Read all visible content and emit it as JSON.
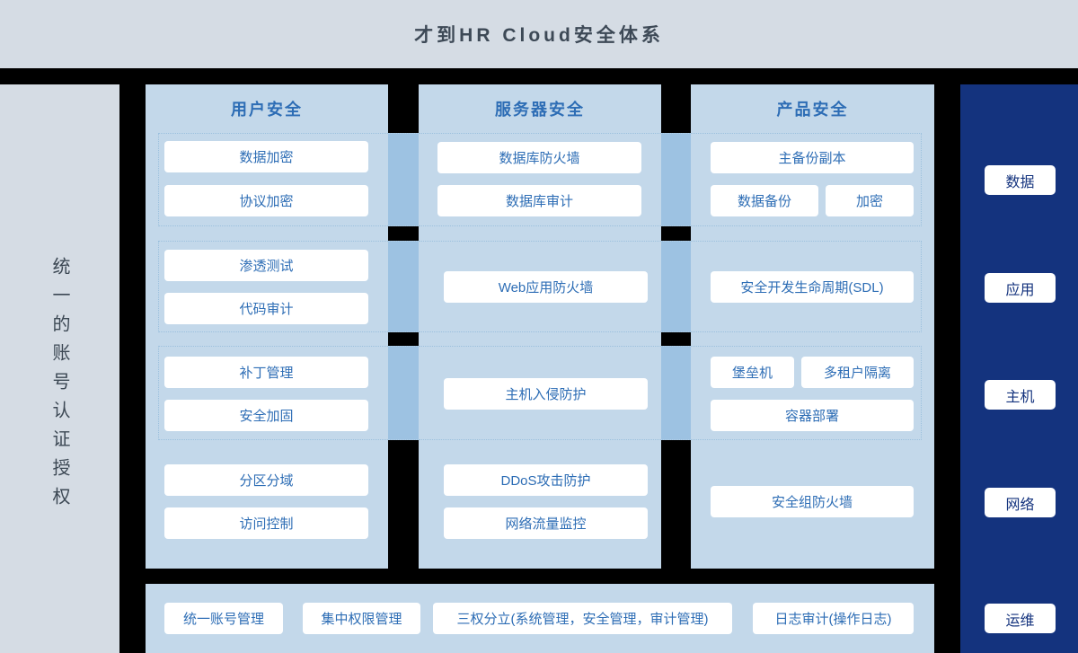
{
  "title": "才到HR Cloud安全体系",
  "left_sidebar": {
    "label": "统一的账号认证授权"
  },
  "columns": [
    {
      "title": "用户安全",
      "g1": [
        "数据加密",
        "协议加密"
      ],
      "g2": [
        "渗透测试",
        "代码审计"
      ],
      "g3": [
        "补丁管理",
        "安全加固"
      ],
      "plain": [
        "分区分域",
        "访问控制"
      ]
    },
    {
      "title": "服务器安全",
      "g1": [
        "数据库防火墙",
        "数据库审计"
      ],
      "g2": [
        "Web应用防火墙"
      ],
      "g3": [
        "主机入侵防护"
      ],
      "plain": [
        "DDoS攻击防护",
        "网络流量监控"
      ]
    },
    {
      "title": "产品安全",
      "g1_full": "主备份副本",
      "g1_pair": [
        "数据备份",
        "加密"
      ],
      "g2": [
        "安全开发生命周期(SDL)"
      ],
      "g3_pair": [
        "堡垒机",
        "多租户隔离"
      ],
      "g3_full": "容器部署",
      "plain": [
        "安全组防火墙"
      ]
    }
  ],
  "right_sidebar": {
    "items": [
      "数据",
      "应用",
      "主机",
      "网络",
      "运维"
    ]
  },
  "bottom_bar": {
    "items": [
      "统一账号管理",
      "集中权限管理",
      "三权分立(系统管理，安全管理，审计管理)",
      "日志审计(操作日志)"
    ]
  },
  "colors": {
    "header_bg": "#d5dce4",
    "panel_bg": "#c3d8ea",
    "connector_band": "#9dc2e2",
    "navy": "#14337e",
    "chip_text": "#2d6db5",
    "title_text": "#3d4956",
    "page_bg": "#000000"
  }
}
